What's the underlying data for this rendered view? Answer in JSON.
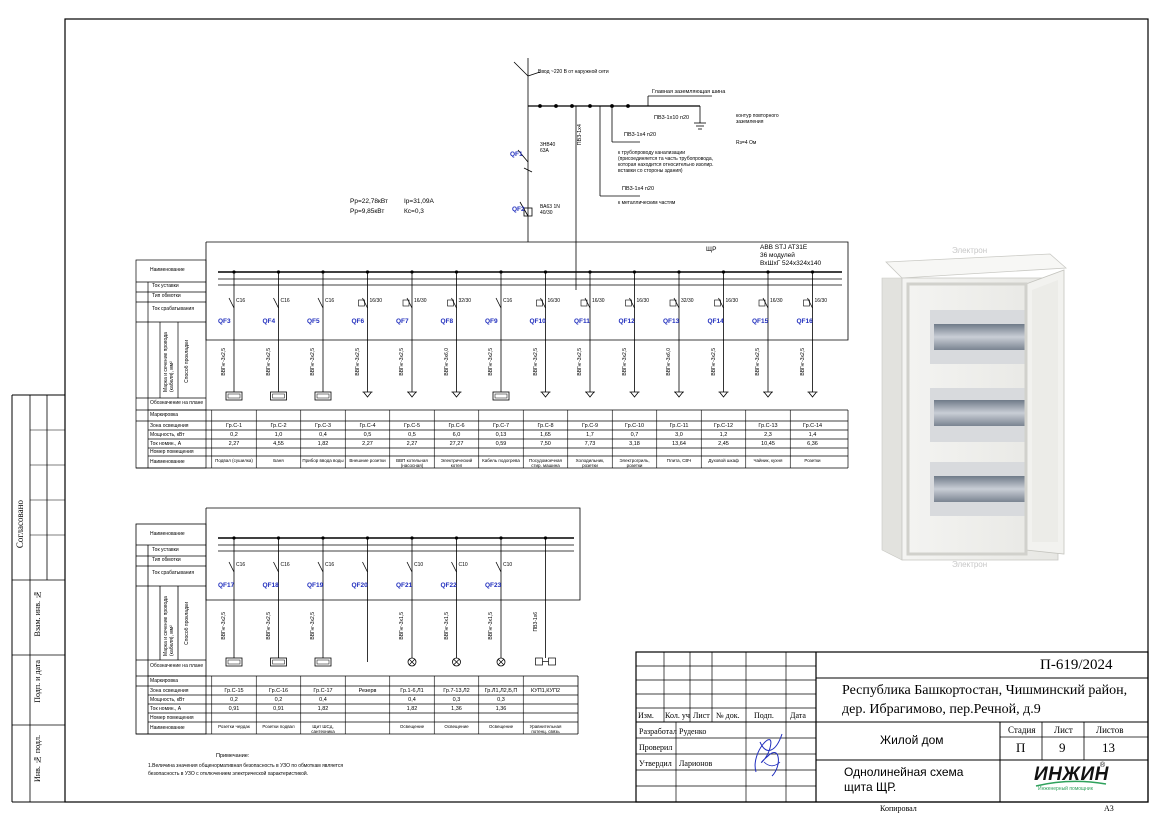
{
  "sheet": {
    "left_labels": [
      "Согласовано",
      "Взам. инв. №",
      "Подп. и дата",
      "Инв. № подл."
    ],
    "footer_copied": "Копировал",
    "footer_format": "A3"
  },
  "top_diagram": {
    "input_note": "Ввод ~220 В от наружной сети",
    "gzsh_label": "Главная заземляющая шина",
    "pv3_1": "ПВ3-1х10 п20",
    "pv3_2": "ПВ3-1х4 п20",
    "pv3_3": "ПВ3-1х4 п20",
    "pv3_vert": "ПВ3-1х4",
    "contour_note": "контур повторного заземления",
    "rz_note": "Rз=4 Ом",
    "pipe_note": "к трубопроводу канализации (присоединяется та часть трубопровода, которая находится относительно изолир. вставки со стороны здания)",
    "metal_note": "к металлическим частям",
    "qf1": "QF1",
    "qf1_note": "3НВ40 63А",
    "qf2": "QF2",
    "qf2_note": "ВА63 1N 40/30",
    "power": [
      "Рр=22,78кВт",
      "Рр=9,85кВт",
      "Iр=31,09А",
      "Кс=0,3"
    ],
    "panel_name": "ЩР",
    "panel_spec": [
      "ABB STJ AT31E",
      "36 модулей",
      "ВхШхГ 524х324х140"
    ],
    "row_headers": [
      "Наименование",
      "Ток уставки",
      "Тип обмотки",
      "Ток срабатывания",
      "Марка и сечение провода (кабеля), мм²",
      "Способ прокладки",
      "Обозначение на плане",
      "Маркировка",
      "Зона освещения",
      "Мощность, кВт",
      "Ток номин., А",
      "Номер помещения",
      "Наименование"
    ],
    "circuits": [
      {
        "qf": "QF3",
        "rating": "С16",
        "cable": "ВВГнг-3х2,5",
        "group": "Гр.С-1",
        "power": "0,2",
        "current": "2,27",
        "name": "Подвал (сушилка)"
      },
      {
        "qf": "QF4",
        "rating": "С16",
        "cable": "ВВГнг-3х2,5",
        "group": "Гр.С-2",
        "power": "1,0",
        "current": "4,55",
        "name": "Баня"
      },
      {
        "qf": "QF5",
        "rating": "С16",
        "cable": "ВВГнг-3х2,5",
        "group": "Гр.С-3",
        "power": "0,4",
        "current": "1,82",
        "name": "Прибор ввода воды"
      },
      {
        "qf": "QF6",
        "rating": "16/30",
        "cable": "ВВГнг-3х2,5",
        "group": "Гр.С-4",
        "power": "0,5",
        "current": "2,27",
        "name": "Внешние розетки"
      },
      {
        "qf": "QF7",
        "rating": "16/30",
        "cable": "ВВГнг-3х2,5",
        "group": "Гр.С-5",
        "power": "0,5",
        "current": "2,27",
        "name": "ВВП котельная (насосная)"
      },
      {
        "qf": "QF8",
        "rating": "32/30",
        "cable": "ВВГнг-3х6,0",
        "group": "Гр.С-6",
        "power": "6,0",
        "current": "27,27",
        "name": "Электрический котел"
      },
      {
        "qf": "QF9",
        "rating": "С16",
        "cable": "ВВГнг-3х2,5",
        "group": "Гр.С-7",
        "power": "0,13",
        "current": "0,59",
        "name": "Кабель подогрева"
      },
      {
        "qf": "QF10",
        "rating": "16/30",
        "cable": "ВВГнг-3х2,5",
        "group": "Гр.С-8",
        "power": "1,65",
        "current": "7,50",
        "name": "Посудомоечная стир. машина"
      },
      {
        "qf": "QF11",
        "rating": "16/30",
        "cable": "ВВГнг-3х2,5",
        "group": "Гр.С-9",
        "power": "1,7",
        "current": "7,73",
        "name": "Холодильник, розетки"
      },
      {
        "qf": "QF12",
        "rating": "16/30",
        "cable": "ВВГнг-3х2,5",
        "group": "Гр.С-10",
        "power": "0,7",
        "current": "3,18",
        "name": "Электрогриль, розетки"
      },
      {
        "qf": "QF13",
        "rating": "32/30",
        "cable": "ВВГнг-3х6,0",
        "group": "Гр.С-11",
        "power": "3,0",
        "current": "13,64",
        "name": "Плита, СВЧ"
      },
      {
        "qf": "QF14",
        "rating": "16/30",
        "cable": "ВВГнг-3х2,5",
        "group": "Гр.С-12",
        "power": "1,2",
        "current": "2,45",
        "name": "Духовой шкаф"
      },
      {
        "qf": "QF15",
        "rating": "16/30",
        "cable": "ВВГнг-3х2,5",
        "group": "Гр.С-13",
        "power": "2,3",
        "current": "10,45",
        "name": "Чайник, кухня"
      },
      {
        "qf": "QF16",
        "rating": "16/30",
        "cable": "ВВГнг-3х2,5",
        "group": "Гр.С-14",
        "power": "1,4",
        "current": "6,36",
        "name": "Розетки"
      }
    ]
  },
  "bottom_diagram": {
    "circuits": [
      {
        "qf": "QF17",
        "rating": "С16",
        "cable": "ВВГнг-3х2,5",
        "group": "Гр.С-15",
        "power": "0,2",
        "current": "0,91",
        "name": "Розетки чердак"
      },
      {
        "qf": "QF18",
        "rating": "С16",
        "cable": "ВВГнг-3х2,5",
        "group": "Гр.С-16",
        "power": "0,2",
        "current": "0,91",
        "name": "Розетки подвал"
      },
      {
        "qf": "QF19",
        "rating": "С16",
        "cable": "ВВГнг-3х2,5",
        "group": "Гр.С-17",
        "power": "0,4",
        "current": "1,82",
        "name": "Щит ШСд, сантехника"
      },
      {
        "qf": "QF20",
        "rating": "",
        "cable": "",
        "group": "Резерв",
        "power": "",
        "current": "",
        "name": ""
      },
      {
        "qf": "QF21",
        "rating": "С10",
        "cable": "ВВГнг-3х1,5",
        "group": "Гр.1-6,Л1",
        "power": "0,4",
        "current": "1,82",
        "name": "Освещение"
      },
      {
        "qf": "QF22",
        "rating": "С10",
        "cable": "ВВГнг-3х1,5",
        "group": "Гр.7-13,Л2",
        "power": "0,3",
        "current": "1,36",
        "name": "Освещение"
      },
      {
        "qf": "QF23",
        "rating": "С10",
        "cable": "ВВГнг-3х1,5",
        "group": "Гр.Л1,Л2,Б,П",
        "power": "0,3",
        "current": "1,36",
        "name": "Освещение"
      },
      {
        "qf": "",
        "rating": "",
        "cable": "ПВ3-1х6",
        "group": "КУП1,КУП2",
        "power": "",
        "current": "",
        "name": "Уравнительная потенц. связь"
      }
    ],
    "notes_title": "Примечание:",
    "notes_line1": "1.Величина значения общенормативная безопасность в УЗО по обмоткам является",
    "notes_line2": "безопасность в УЗО с отключением электрической характеристикой."
  },
  "title_block": {
    "doc_code": "П-619/2024",
    "address": "Республика Башкортостан, Чишминский район, дер. Ибрагимово, пер.Речной, д.9",
    "object": "Жилой дом",
    "sheet_title": "Однолинейная схема щита ЩР.",
    "col_heads": [
      "Изм.",
      "Кол. уч",
      "Лист",
      "№ док.",
      "Подп.",
      "Дата"
    ],
    "stage_head": "Стадия",
    "sheet_head": "Лист",
    "sheets_head": "Листов",
    "stage": "П",
    "sheet_no": "9",
    "sheets_total": "13",
    "roles": [
      {
        "role": "Разработал",
        "name": "Руденко"
      },
      {
        "role": "Проверил",
        "name": ""
      },
      {
        "role": "Утвердил",
        "name": "Ларионов"
      }
    ],
    "logo_text": "ИНЖИН",
    "logo_sub": "Инженерный помощник",
    "logo_mark": "®"
  },
  "photo": {
    "watermark": [
      "Электрон",
      "Электрон"
    ],
    "accent": "#e9ecef"
  }
}
